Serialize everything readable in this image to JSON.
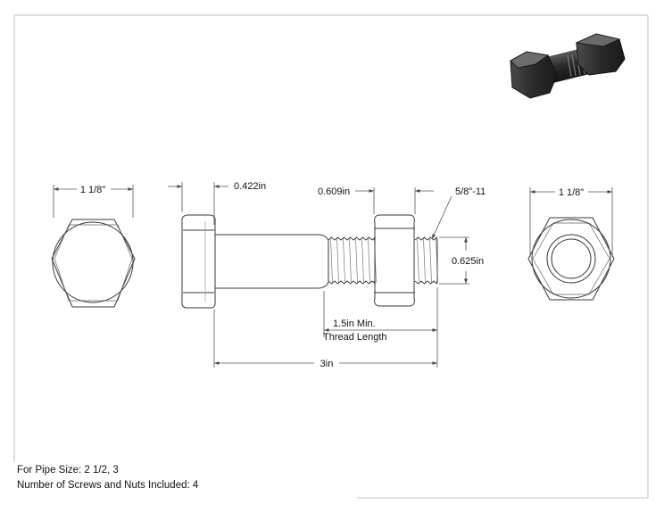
{
  "dimensions": {
    "hex_width_left": "1 1/8\"",
    "head_height": "0.422in",
    "nut_height": "0.609in",
    "thread_spec": "5/8\"-11",
    "hex_width_right": "1 1/8\"",
    "bolt_diameter": "0.625in",
    "thread_length_line1": "1.5in Min.",
    "thread_length_line2": "Thread Length",
    "bolt_length": "3in"
  },
  "notes": {
    "pipe_size": "For Pipe Size: 2 1/2, 3",
    "quantity": "Number of Screws and Nuts Included: 4"
  },
  "colors": {
    "line": "#3a3a3a",
    "dim_line": "#555555",
    "render_dark": "#2b2b2b"
  }
}
